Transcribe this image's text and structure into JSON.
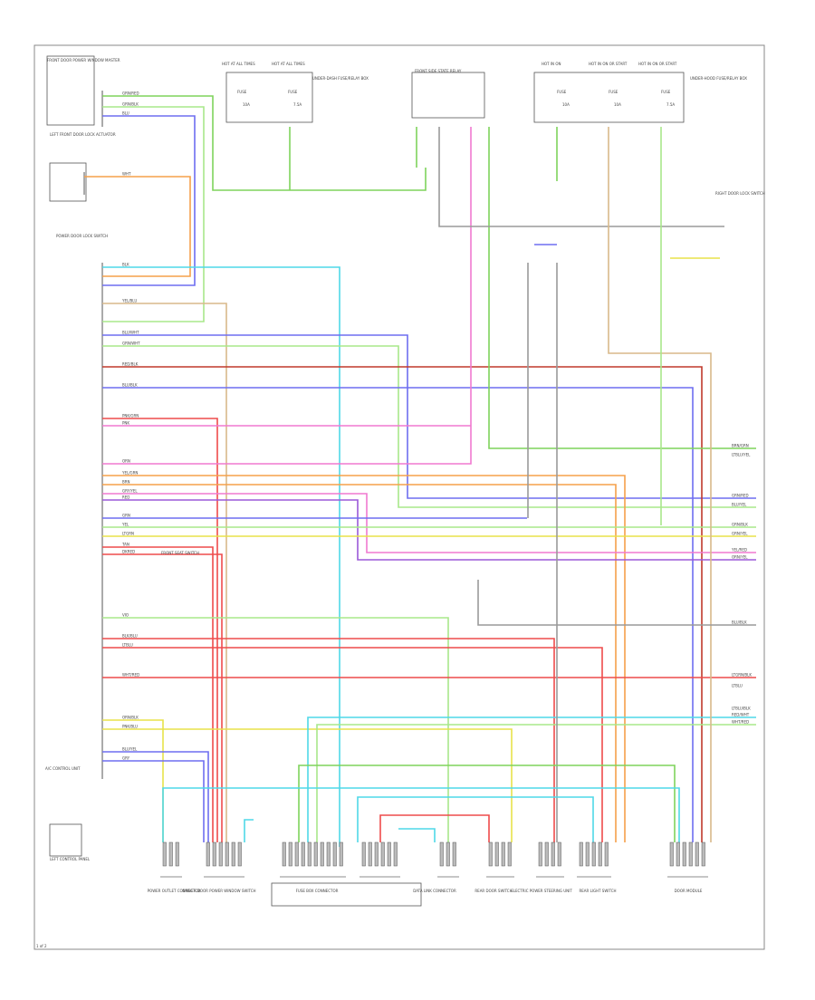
{
  "diagram": {
    "footer_code": "1 of 2",
    "top_headers": {
      "hot_at_all_times_1": "HOT AT ALL TIMES",
      "hot_at_all_times_2": "HOT AT ALL TIMES",
      "relay_box": "FRONT SIDE STATE RELAY",
      "hot_at_ign_1": "HOT IN ON",
      "hot_at_ign_2": "HOT IN ON OR START",
      "hot_at_ign_3": "HOT IN ON OR START"
    },
    "fuse_labels": [
      "FUSE",
      "FUSE",
      "FUSE",
      "FUSE",
      "FUSE"
    ],
    "fuse_amps": [
      "10A",
      "7.5A",
      "10A",
      "10A",
      "7.5A"
    ],
    "block_labels": {
      "under_dash_fuse": "UNDER-DASH FUSE/RELAY BOX",
      "under_hood_fuse": "UNDER-HOOD FUSE/RELAY BOX",
      "left_sensor": "LEFT FRONT DOOR LOCK ACTUATOR",
      "switch_lbl": "POWER DOOR LOCK SWITCH",
      "mid_switch": "FRONT SEAT SWITCH",
      "right_sensor": "RIGHT DOOR LOCK SWITCH",
      "module_top": "FRONT DOOR POWER WINDOW MASTER",
      "lower_left": "A/C CONTROL UNIT",
      "lower_left2": "LEFT CONTROL PANEL"
    },
    "wire_colors": {
      "GRN": "#7fd35b",
      "BLU": "#6e6ef0",
      "LTBLU": "#4fd8e8",
      "RED": "#ee4b4b",
      "PNK": "#f079d0",
      "ORN": "#f5a04a",
      "YEL": "#e8e24a",
      "BRN": "#b88a4a",
      "TAN": "#d9b98a",
      "BLK": "#444444",
      "GRY": "#9a9a9a",
      "VIO": "#9b59d8",
      "DKRED": "#c0392b",
      "LTGRN": "#a8e88a",
      "WHT": "#cccccc",
      "YELGRN": "#c8e055"
    },
    "connector_labels": [
      "POWER OUTLET CONNECTOR",
      "DRIVER DOOR POWER WINDOW SWITCH",
      "FUSE BOX CONNECTOR",
      "DATA LINK CONNECTOR",
      "REAR DOOR SWITCH",
      "ELECTRIC POWER STEERING UNIT",
      "REAR LIGHT SWITCH",
      "DOOR MODULE"
    ],
    "wire_labels_left": [
      "GRN/RED",
      "GRN/BLK",
      "BLU",
      "WHT",
      "BLK",
      "YEL/BLU",
      "BLU/WHT",
      "GRN/WHT",
      "RED/BLK",
      "BLU/BLK",
      "PNK/GRN",
      "PNK",
      "ORN",
      "YEL/GRN",
      "BRN",
      "GRY/YEL",
      "RED",
      "GRN",
      "YEL",
      "LTGRN",
      "TAN",
      "DKRED",
      "VIO",
      "BLK/BLU",
      "LTBLU",
      "WHT/RED",
      "ORN/BLK",
      "PNK/BLU",
      "BLU/YEL",
      "GRY"
    ],
    "wire_labels_right": [
      "BRN/GRN",
      "LTBLU/YEL",
      "GRN/RED",
      "BLU/YEL",
      "GRN/BLK",
      "GRN/YEL",
      "YEL/RED",
      "ORN/YEL",
      "BLU/BLK",
      "LTGRN/BLK",
      "RED/WHT",
      "WHT/RED",
      "LTBLU",
      "LTBLU/BLK"
    ]
  }
}
